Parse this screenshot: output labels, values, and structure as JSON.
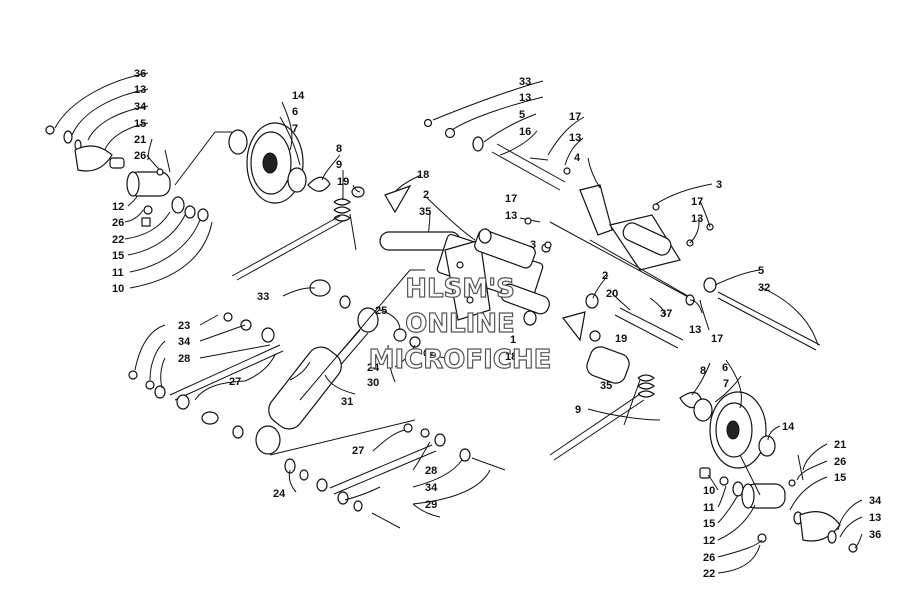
{
  "watermark": {
    "line1": "HLSM'S",
    "line2": "ONLINE",
    "line3": "MICROFICHE"
  },
  "callouts": {
    "tl": [
      "36",
      "13",
      "34",
      "15",
      "21",
      "26",
      "12",
      "26",
      "22",
      "15",
      "11",
      "10"
    ],
    "wheel_top": [
      "14",
      "6",
      "7",
      "8",
      "9",
      "19",
      "18",
      "2",
      "35"
    ],
    "top_right": [
      "33",
      "13",
      "5",
      "16",
      "17",
      "13",
      "4",
      "3",
      "17",
      "13",
      "17",
      "13",
      "3",
      "5",
      "32",
      "2",
      "20",
      "37",
      "13",
      "17"
    ],
    "mid": [
      "33",
      "25",
      "24",
      "30",
      "31",
      "1",
      "18",
      "19",
      "35",
      "23",
      "34",
      "28",
      "27"
    ],
    "bottom_left": [
      "27",
      "28",
      "24",
      "34",
      "29"
    ],
    "bottom_right": [
      "6",
      "7",
      "8",
      "9",
      "14",
      "21",
      "26",
      "15",
      "10",
      "11",
      "15",
      "12",
      "26",
      "22",
      "34",
      "13",
      "36"
    ]
  }
}
